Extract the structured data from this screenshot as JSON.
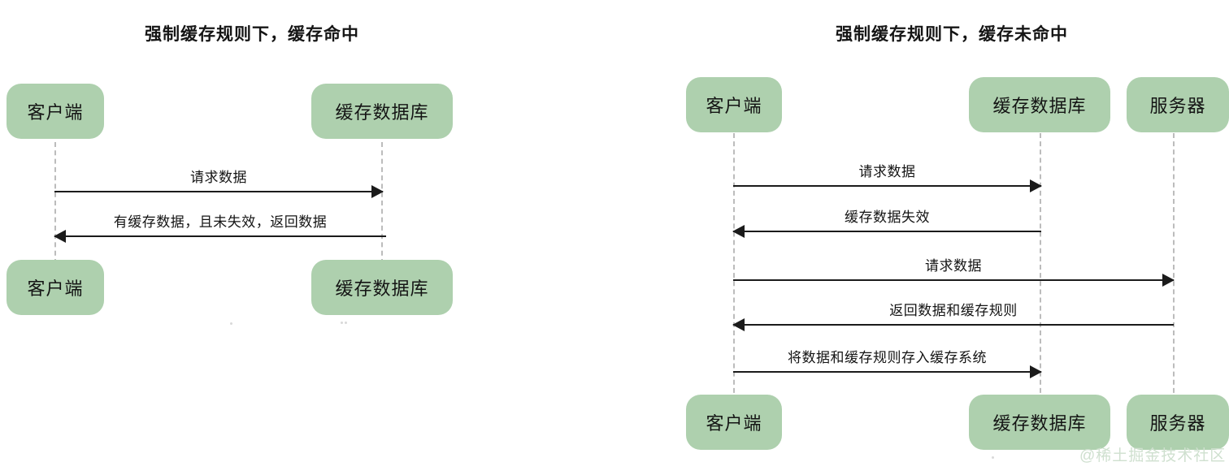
{
  "diagrams": [
    {
      "id": "cache-hit",
      "title": "强制缓存规则下，缓存命中",
      "participants": [
        {
          "label": "客户端"
        },
        {
          "label": "缓存数据库"
        }
      ],
      "messages": [
        {
          "label": "请求数据",
          "direction": "right"
        },
        {
          "label": "有缓存数据，且未失效，返回数据",
          "direction": "left"
        }
      ]
    },
    {
      "id": "cache-miss",
      "title": "强制缓存规则下，缓存未命中",
      "participants": [
        {
          "label": "客户端"
        },
        {
          "label": "缓存数据库"
        },
        {
          "label": "服务器"
        }
      ],
      "messages": [
        {
          "label": "请求数据",
          "direction": "right"
        },
        {
          "label": "缓存数据失效",
          "direction": "left"
        },
        {
          "label": "请求数据",
          "direction": "right"
        },
        {
          "label": "返回数据和缓存规则",
          "direction": "left"
        },
        {
          "label": "将数据和缓存规则存入缓存系统",
          "direction": "right"
        }
      ]
    }
  ],
  "watermark": "@稀土掘金技术社区",
  "colors": {
    "node_fill": "#aed0ae",
    "arrow": "#1b1b1b",
    "lifeline": "#bcbcbc",
    "background": "#ffffff",
    "watermark": "#cfe0cf"
  }
}
